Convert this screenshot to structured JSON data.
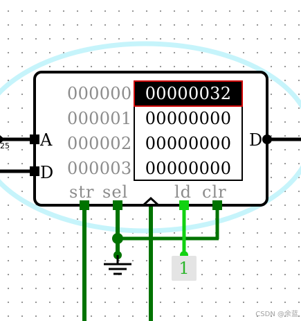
{
  "component": {
    "rows": [
      {
        "address": "000000",
        "value": "00000032",
        "selected": true
      },
      {
        "address": "000001",
        "value": "00000000",
        "selected": false
      },
      {
        "address": "000002",
        "value": "00000000",
        "selected": false
      },
      {
        "address": "000003",
        "value": "00000000",
        "selected": false
      }
    ],
    "left_pins": {
      "address": "A",
      "data": "D"
    },
    "right_pin": "D",
    "controls": {
      "str": "str",
      "sel": "sel",
      "ld": "ld",
      "clr": "clr"
    }
  },
  "constant_value": "1",
  "left_wire_label_fragment": "25",
  "watermark": "CSDN @余蓝",
  "colors": {
    "wire_dark_green": "#007300",
    "wire_bright_green": "#12d212",
    "wire_black": "#000000",
    "selection_halo": "#c6f4fb",
    "selected_cell_fill": "#000000",
    "selected_cell_border": "#d00000",
    "address_text": "#8c8c8c",
    "constant_text": "#2ab52a"
  }
}
